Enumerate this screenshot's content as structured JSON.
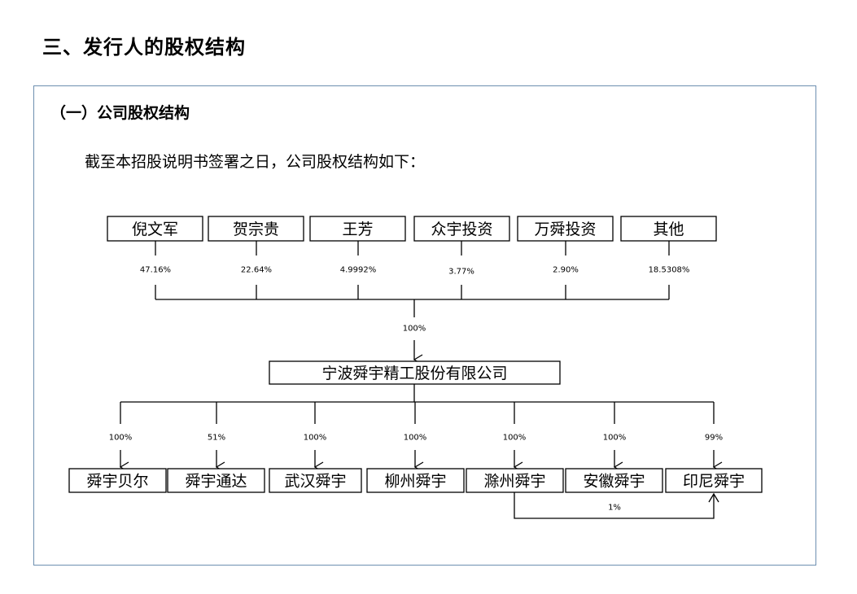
{
  "heading": "三、发行人的股权结构",
  "section_title": "（一）公司股权结构",
  "intro": "截至本招股说明书签署之日，公司股权结构如下：",
  "chart": {
    "shareholders": [
      {
        "name": "倪文军",
        "pct": "47.16%"
      },
      {
        "name": "贺宗贵",
        "pct": "22.64%"
      },
      {
        "name": "王芳",
        "pct": "4.9992%"
      },
      {
        "name": "众宇投资",
        "pct": "3.77%"
      },
      {
        "name": "万舜投资",
        "pct": "2.90%"
      },
      {
        "name": "其他",
        "pct": "18.5308%"
      }
    ],
    "issuer_pct": "100%",
    "issuer": "宁波舜宇精工股份有限公司",
    "subsidiaries": [
      {
        "name": "舜宇贝尔",
        "pct": "100%"
      },
      {
        "name": "舜宇通达",
        "pct": "51%"
      },
      {
        "name": "武汉舜宇",
        "pct": "100%"
      },
      {
        "name": "柳州舜宇",
        "pct": "100%"
      },
      {
        "name": "滁州舜宇",
        "pct": "100%"
      },
      {
        "name": "安徽舜宇",
        "pct": "100%"
      },
      {
        "name": "印尼舜宇",
        "pct": "99%"
      }
    ],
    "cross_holding_pct": "1%"
  }
}
